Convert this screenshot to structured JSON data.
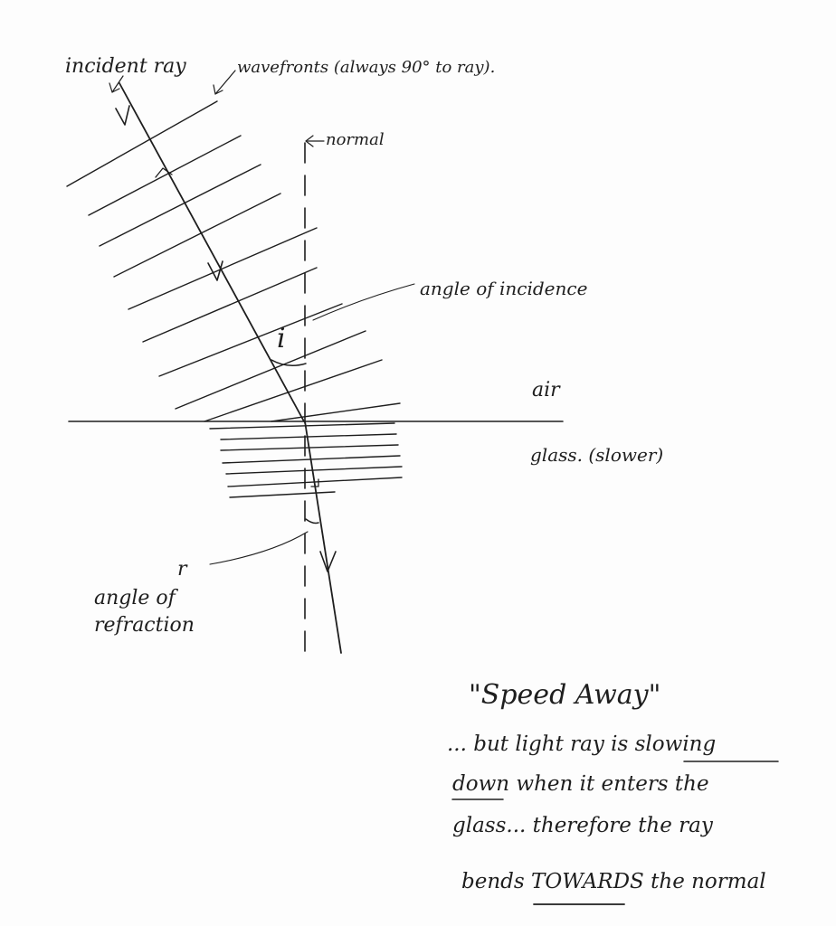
{
  "labels": {
    "incident_ray": "incident ray",
    "wavefronts": "wavefronts (always 90° to ray).",
    "normal": "normal",
    "angle_of_incidence": "angle of incidence",
    "i_symbol": "i",
    "air": "air",
    "glass": "glass. (slower)",
    "r_symbol": "r",
    "angle_of_refraction_line1": "angle of",
    "angle_of_refraction_line2": "refraction"
  },
  "note": {
    "title": "\"Speed Away\"",
    "line1_pre": "... but light ray is ",
    "line1_underlined": "slowing",
    "line2_underlined": "down",
    "line2_post": " when it enters the",
    "line3": "glass... therefore the ray",
    "line4_pre": "bends ",
    "line4_underlined": "TOWARDS",
    "line4_post": " the normal"
  },
  "colors": {
    "ink": "#1e1e1e",
    "paper": "#fdfdfd"
  }
}
